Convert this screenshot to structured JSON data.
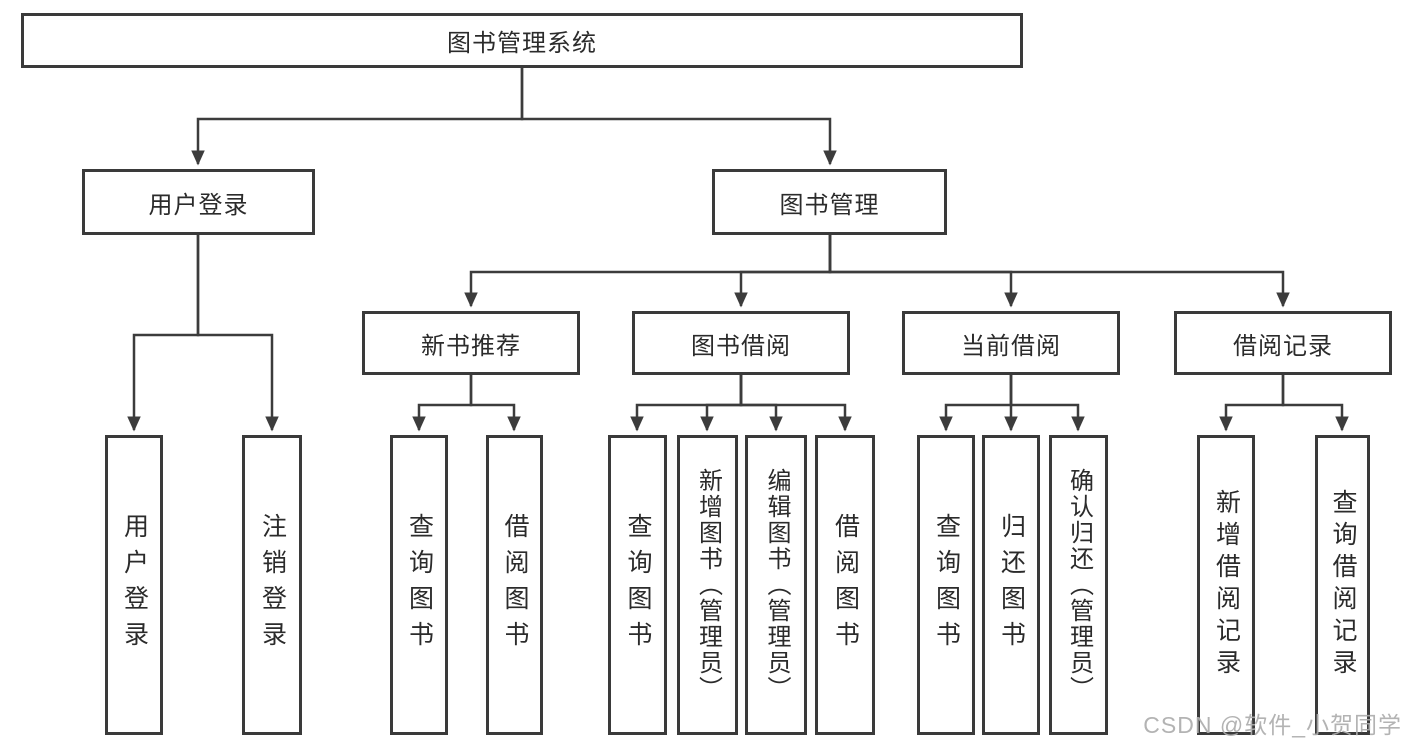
{
  "tree": {
    "label": "图书管理系统",
    "children": [
      {
        "label": "用户登录",
        "children": [
          {
            "label": "用户登录"
          },
          {
            "label": "注销登录"
          }
        ]
      },
      {
        "label": "图书管理",
        "children": [
          {
            "label": "新书推荐",
            "children": [
              {
                "label": "查询图书"
              },
              {
                "label": "借阅图书"
              }
            ]
          },
          {
            "label": "图书借阅",
            "children": [
              {
                "label": "查询图书"
              },
              {
                "label": "新增图书（管理员）"
              },
              {
                "label": "编辑图书（管理员）"
              },
              {
                "label": "借阅图书"
              }
            ]
          },
          {
            "label": "当前借阅",
            "children": [
              {
                "label": "查询图书"
              },
              {
                "label": "归还图书"
              },
              {
                "label": "确认归还（管理员）"
              }
            ]
          },
          {
            "label": "借阅记录",
            "children": [
              {
                "label": "新增借阅记录"
              },
              {
                "label": "查询借阅记录"
              }
            ]
          }
        ]
      }
    ]
  },
  "watermark": {
    "text": "CSDN @软件_小贺同学"
  },
  "colors": {
    "line": "#3c3c3c",
    "box_border": "#3a3a3a",
    "text": "#2b2b2b",
    "watermark": "#acacac",
    "background": "#ffffff"
  }
}
